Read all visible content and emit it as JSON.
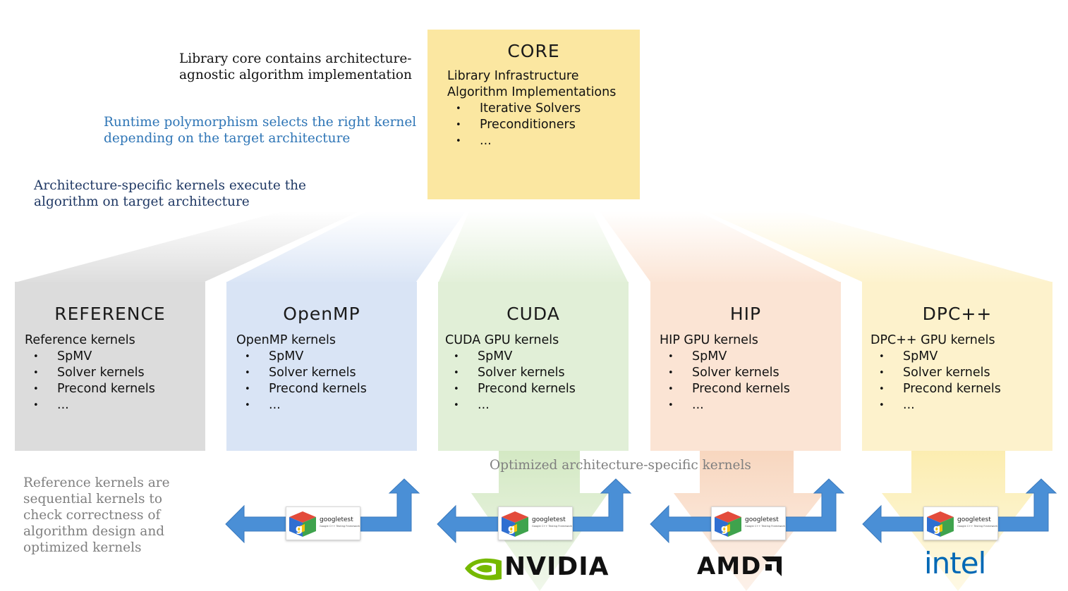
{
  "notes": {
    "core_note": "Library core contains architecture-\nagnostic algorithm implementation",
    "polymorphism_note": "Runtime polymorphism selects the right kernel\ndepending on the target architecture",
    "arch_note": "Architecture-specific kernels execute the\nalgorithm on target architecture",
    "reference_note": "Reference kernels are\nsequential kernels to\ncheck correctness of\nalgorithm design and\noptimized kernels",
    "optimized_note": "Optimized architecture-specific kernels"
  },
  "core": {
    "title": "CORE",
    "lines": [
      "Library Infrastructure",
      "Algorithm Implementations"
    ],
    "bullets": [
      "Iterative Solvers",
      "Preconditioners",
      "..."
    ]
  },
  "kernels": [
    {
      "title": "REFERENCE",
      "heading": "Reference kernels",
      "bullets": [
        "SpMV",
        "Solver kernels",
        "Precond kernels",
        "..."
      ],
      "color": "#dcdcdc"
    },
    {
      "title": "OpenMP",
      "heading": "OpenMP kernels",
      "bullets": [
        "SpMV",
        "Solver kernels",
        "Precond kernels",
        "..."
      ],
      "color": "#d9e4f5"
    },
    {
      "title": "CUDA",
      "heading": "CUDA GPU kernels",
      "bullets": [
        "SpMV",
        "Solver kernels",
        "Precond kernels",
        "..."
      ],
      "color": "#e1efd7"
    },
    {
      "title": "HIP",
      "heading": "HIP GPU kernels",
      "bullets": [
        "SpMV",
        "Solver kernels",
        "Precond kernels",
        "..."
      ],
      "color": "#fbe4d4"
    },
    {
      "title": "DPC++",
      "heading": "DPC++ GPU kernels",
      "bullets": [
        "SpMV",
        "Solver kernels",
        "Precond kernels",
        "..."
      ],
      "color": "#fdf2cc"
    }
  ],
  "googletest": {
    "label": "googletest",
    "sublabel": "Google C++ Testing Framework"
  },
  "vendors": {
    "nvidia": "NVIDIA",
    "amd": "AMD",
    "intel": "intel"
  },
  "colors": {
    "core": "#fbe7a1",
    "core_note": "#111111",
    "polymorphism_note": "#2e75b6",
    "arch_note": "#1f3864",
    "reference_note": "#7f7f7f",
    "optimized_note": "#7f7f7f",
    "arrow": "#4a8fd6",
    "nvidia_green": "#76b900",
    "intel_blue": "#0068b5"
  }
}
